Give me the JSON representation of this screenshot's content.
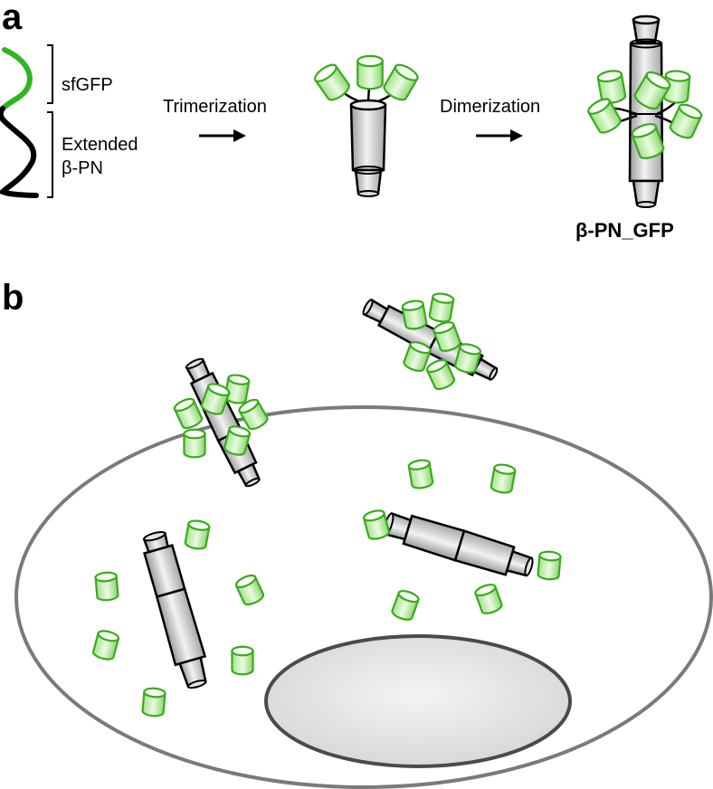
{
  "panel_a": {
    "letter": "a",
    "strand_labels": {
      "sfgfp": "sfGFP",
      "extended_line1": "Extended",
      "extended_line2": "β-PN"
    },
    "step1_label": "Trimerization",
    "step2_label": "Dimerization",
    "product_label": "β-PN_GFP"
  },
  "panel_b": {
    "letter": "b"
  },
  "colors": {
    "gfp_stroke": "#3aaa1e",
    "gfp_fill": "#c8f0b4",
    "linker_green": "#2fb51f",
    "tube_fill": "#d4d4d4",
    "cell_stroke": "#7a7a7a",
    "nucleus_stroke": "#4a4a4a",
    "nucleus_fill": "#e9e9e9"
  }
}
